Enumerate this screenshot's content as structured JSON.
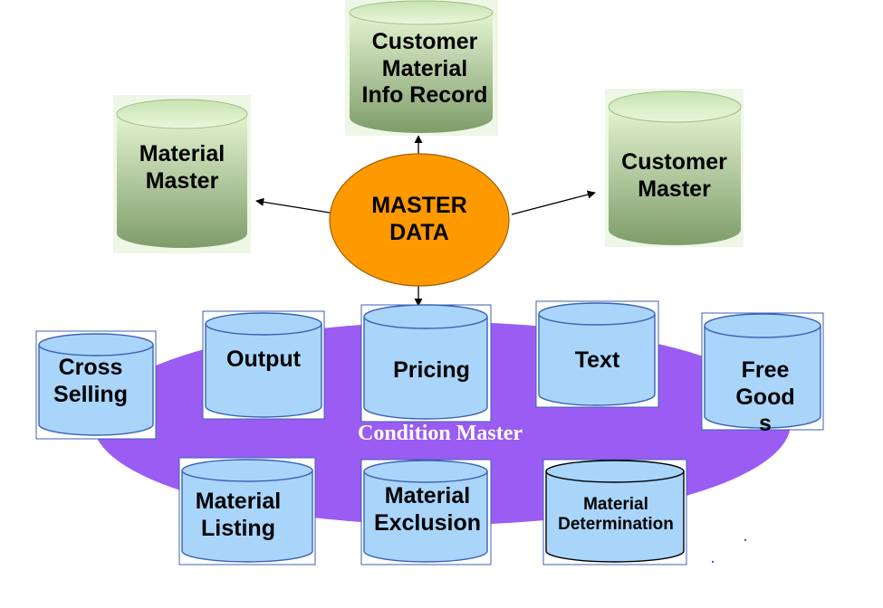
{
  "colors": {
    "green_top": "#d9efc4",
    "green_bottom": "#7f9c6a",
    "blue_fill": "#a9d5fb",
    "blue_stroke": "#3a62b4",
    "purple": "#9a5cf2",
    "orange": "#ff9900"
  },
  "hub": {
    "label": "MASTER\nDATA"
  },
  "condition_master": {
    "label": "Condition Master"
  },
  "master_nodes": [
    {
      "id": "material-master",
      "label": "Material\nMaster"
    },
    {
      "id": "customer-material-info-record",
      "label": "Customer\nMaterial\nInfo Record"
    },
    {
      "id": "customer-master",
      "label": "Customer\nMaster"
    }
  ],
  "condition_nodes": [
    {
      "id": "cross-selling",
      "label": "Cross\nSelling"
    },
    {
      "id": "output",
      "label": "Output"
    },
    {
      "id": "pricing",
      "label": "Pricing"
    },
    {
      "id": "text",
      "label": "Text"
    },
    {
      "id": "free-goods",
      "label": "Free\nGood\ns"
    },
    {
      "id": "material-listing",
      "label": "Material\nListing"
    },
    {
      "id": "material-exclusion",
      "label": "Material\nExclusion"
    },
    {
      "id": "material-determination",
      "label": "Material\nDetermination"
    }
  ]
}
